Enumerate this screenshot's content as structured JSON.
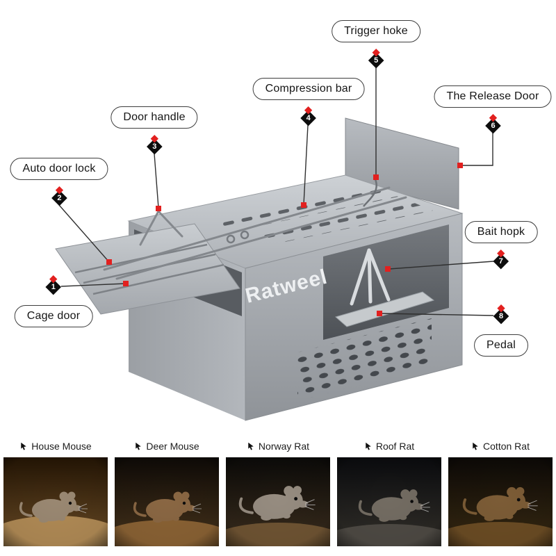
{
  "trap": {
    "brand": "Ratweel"
  },
  "callouts": [
    {
      "num": "1",
      "label": "Cage door"
    },
    {
      "num": "2",
      "label": "Auto door lock"
    },
    {
      "num": "3",
      "label": "Door handle"
    },
    {
      "num": "4",
      "label": "Compression bar"
    },
    {
      "num": "5",
      "label": "Trigger hoke"
    },
    {
      "num": "6",
      "label": "The Release Door"
    },
    {
      "num": "7",
      "label": "Bait hopk"
    },
    {
      "num": "8",
      "label": "Pedal"
    }
  ],
  "rodents": [
    {
      "name": "House Mouse"
    },
    {
      "name": "Deer Mouse"
    },
    {
      "name": "Norway Rat"
    },
    {
      "name": "Roof Rat"
    },
    {
      "name": "Cotton Rat"
    }
  ],
  "colors": {
    "marker_black": "#0d0d0d",
    "marker_red": "#e2201f",
    "connector_line": "#2f2f2f",
    "metal_light": "#cdd1d5",
    "metal_dark": "#8f9398"
  }
}
